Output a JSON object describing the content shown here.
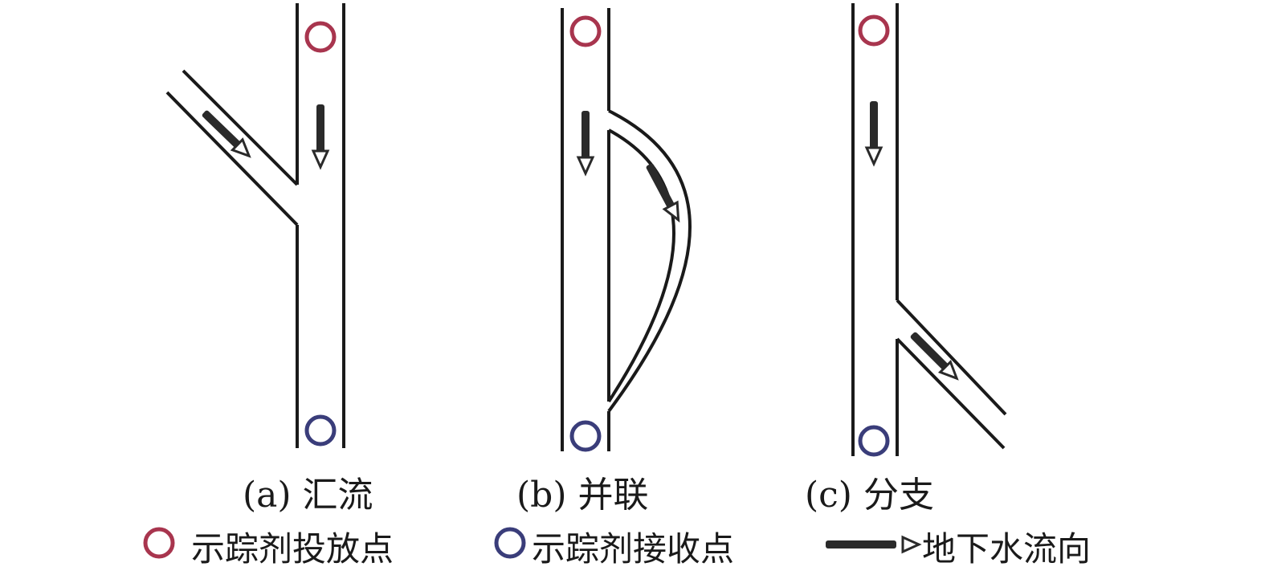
{
  "panels": [
    {
      "id": "a",
      "caption": "(a) 汇流"
    },
    {
      "id": "b",
      "caption": "(b) 并联"
    },
    {
      "id": "c",
      "caption": "(c) 分支"
    }
  ],
  "legend": {
    "injection": {
      "label": "示踪剂投放点",
      "color": "#a8354e",
      "icon": "red-circle-icon"
    },
    "receiving": {
      "label": "示踪剂接收点",
      "color": "#3a3d7a",
      "icon": "blue-circle-icon"
    },
    "flow": {
      "label": "地下水流向",
      "icon": "arrow-right-icon"
    }
  },
  "colors": {
    "line": "#1a1a1a",
    "arrow": "#2a2a2a"
  }
}
